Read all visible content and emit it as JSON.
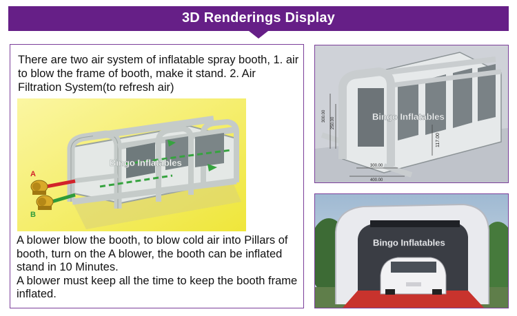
{
  "banner": {
    "title": "3D Renderings Display"
  },
  "left_panel": {
    "intro_text": "There are two air system of inflatable spray booth, 1. air to blow the frame of booth, make it stand.  2. Air Filtration System(to refresh air)",
    "diagram": {
      "watermark": "Bingo Inflatables",
      "blower_a_label": "A",
      "blower_b_label": "B"
    },
    "bottom_text_line1": "A blower blow the booth, to blow cold air into Pillars of booth, turn on the A blower, the booth can be inflated stand in 10 Minutes.",
    "bottom_text_line2": "A blower must keep all the time to keep the booth frame inflated."
  },
  "photo_top": {
    "watermark": "Bingo Inflatables",
    "dim_height_1": "300.00",
    "dim_height_2": "250.00",
    "dim_height_3": "117.00",
    "dim_width_1": "300.00",
    "dim_width_2": "400.00"
  },
  "photo_bottom": {
    "watermark": "Bingo Inflatables"
  },
  "colors": {
    "banner": "#661f87",
    "border": "#7a3d99",
    "diagram_bg": "#f4ef5c",
    "red_pipe": "#d2232a",
    "green_pipe": "#2e9b3a"
  }
}
